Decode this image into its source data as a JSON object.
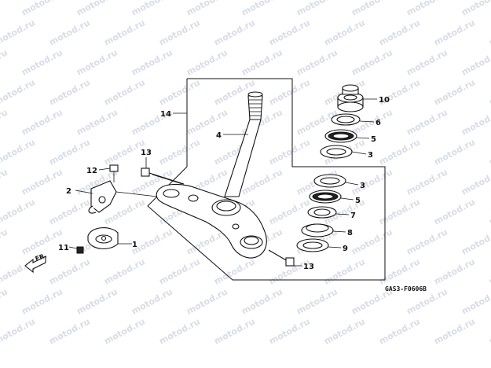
{
  "watermark": "motod.ru",
  "diagram_code": "GAS3-F0606B",
  "direction_label": "FR.",
  "callouts": [
    {
      "id": "c1",
      "label": "1"
    },
    {
      "id": "c2",
      "label": "2"
    },
    {
      "id": "c3a",
      "label": "3"
    },
    {
      "id": "c3b",
      "label": "3"
    },
    {
      "id": "c4",
      "label": "4"
    },
    {
      "id": "c5a",
      "label": "5"
    },
    {
      "id": "c5b",
      "label": "5"
    },
    {
      "id": "c6",
      "label": "6"
    },
    {
      "id": "c7",
      "label": "7"
    },
    {
      "id": "c8",
      "label": "8"
    },
    {
      "id": "c9",
      "label": "9"
    },
    {
      "id": "c10",
      "label": "10"
    },
    {
      "id": "c11",
      "label": "11"
    },
    {
      "id": "c12",
      "label": "12"
    },
    {
      "id": "c13a",
      "label": "13"
    },
    {
      "id": "c13b",
      "label": "13"
    },
    {
      "id": "c14",
      "label": "14"
    }
  ],
  "colors": {
    "line": "#111111",
    "watermark": "#d8dde6",
    "background": "#ffffff"
  }
}
